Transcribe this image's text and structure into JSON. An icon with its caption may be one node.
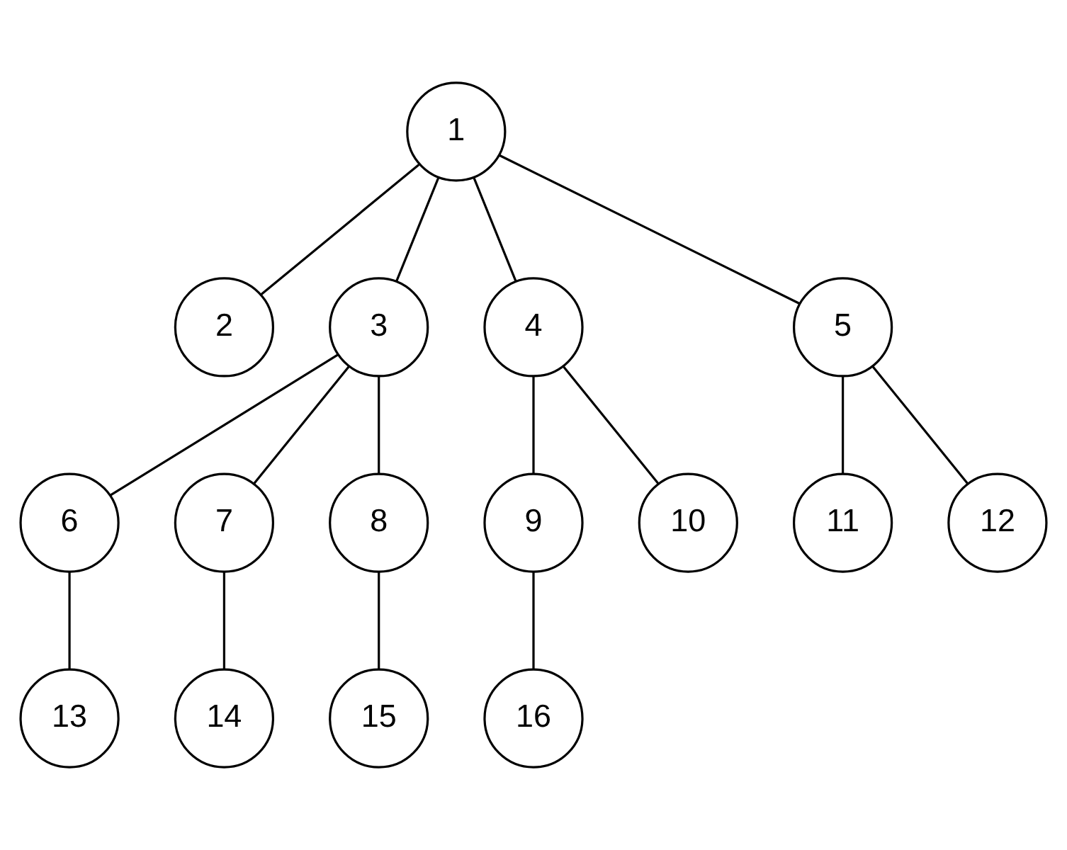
{
  "diagram": {
    "nodes": [
      {
        "text": [
          "1"
        ]
      },
      {
        "text": [
          "2"
        ]
      },
      {
        "text": [
          "3"
        ]
      },
      {
        "text": [
          "4"
        ]
      },
      {
        "text": [
          "5"
        ]
      },
      {
        "text": [
          "6"
        ]
      },
      {
        "text": [
          "7"
        ]
      },
      {
        "text": [
          "8"
        ]
      },
      {
        "text": [
          "9"
        ]
      },
      {
        "text": [
          "10"
        ]
      },
      {
        "text": [
          "11"
        ]
      },
      {
        "text": [
          "12"
        ]
      },
      {
        "text": [
          "13"
        ]
      },
      {
        "text": [
          "14"
        ]
      },
      {
        "text": [
          "15"
        ]
      },
      {
        "text": [
          "16"
        ]
      }
    ],
    "edges": [
      {
        "from": 0,
        "to": 1,
        "arrow": "none"
      },
      {
        "from": 0,
        "to": 2,
        "arrow": "none"
      },
      {
        "from": 0,
        "to": 3,
        "arrow": "none"
      },
      {
        "from": 0,
        "to": 4,
        "arrow": "none"
      },
      {
        "from": 2,
        "to": 5,
        "arrow": "none"
      },
      {
        "from": 2,
        "to": 6,
        "arrow": "none"
      },
      {
        "from": 2,
        "to": 7,
        "arrow": "none"
      },
      {
        "from": 3,
        "to": 8,
        "arrow": "none"
      },
      {
        "from": 3,
        "to": 9,
        "arrow": "none"
      },
      {
        "from": 4,
        "to": 10,
        "arrow": "none"
      },
      {
        "from": 4,
        "to": 11,
        "arrow": "none"
      },
      {
        "from": 5,
        "to": 12,
        "arrow": "none"
      },
      {
        "from": 6,
        "to": 13,
        "arrow": "none"
      },
      {
        "from": 7,
        "to": 14,
        "arrow": "none"
      },
      {
        "from": 8,
        "to": 15,
        "arrow": "none"
      }
    ]
  }
}
